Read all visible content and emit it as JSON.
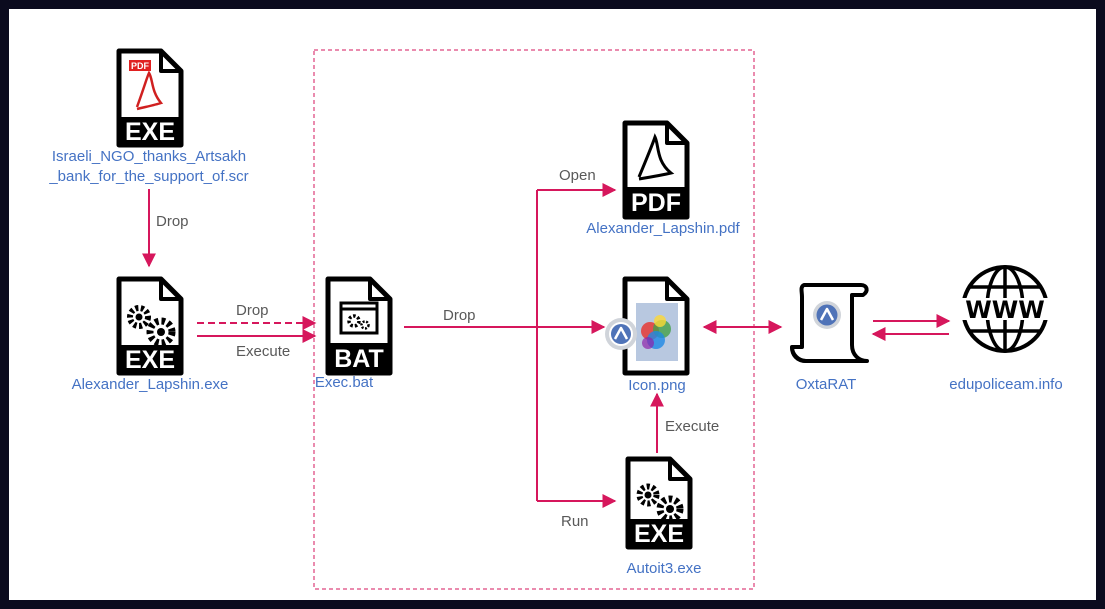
{
  "colors": {
    "arrow": "#d6175c",
    "label_blue": "#4472c4",
    "label_gray": "#595959",
    "icon_black": "#000000",
    "background_frame": "#0b0b1e"
  },
  "nodes": {
    "scr": {
      "icon": "exe-file-with-pdf-icon",
      "badge_text": "PDF",
      "file_tag": "EXE",
      "label_lines": [
        "Israeli_NGO_thanks_Artsakh",
        "_bank_for_the_support_of.scr"
      ]
    },
    "exe": {
      "icon": "exe-file-with-gears-icon",
      "file_tag": "EXE",
      "label": "Alexander_Lapshin.exe"
    },
    "bat": {
      "icon": "bat-file-icon",
      "file_tag": "BAT",
      "label": "Exec.bat"
    },
    "pdf": {
      "icon": "pdf-file-icon",
      "file_tag": "PDF",
      "label": "Alexander_Lapshin.pdf"
    },
    "png": {
      "icon": "image-file-icon",
      "label": "Icon.png"
    },
    "autoit": {
      "icon": "exe-file-with-gears-icon",
      "file_tag": "EXE",
      "label": "Autoit3.exe"
    },
    "rat": {
      "icon": "scroll-with-autoit-logo-icon",
      "label": "OxtaRAT"
    },
    "www": {
      "icon": "www-globe-icon",
      "globe_text": "WWW",
      "label": "edupoliceam.info"
    }
  },
  "edges": {
    "scr_exe": "Drop",
    "exe_bat_drop": "Drop",
    "exe_bat_exec": "Execute",
    "bat_branch": "Drop",
    "open": "Open",
    "run": "Run",
    "autoit_png": "Execute"
  }
}
